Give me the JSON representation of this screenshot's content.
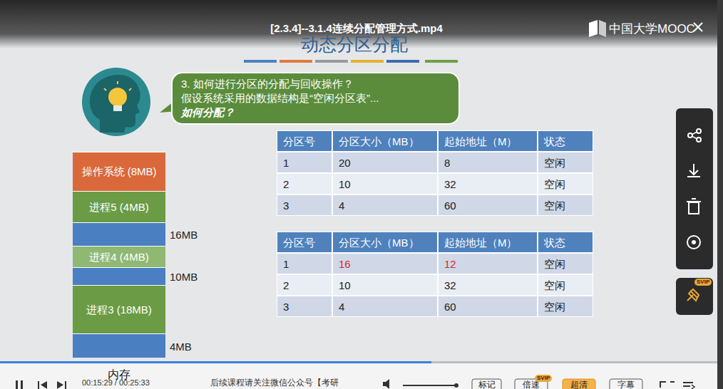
{
  "diagram": {
    "title": "动态分区分配",
    "nodes": [
      {
        "text": [
          "内存"
        ]
      },
      {
        "text": [
          "操作系统 (8MB)"
        ],
        "in": 0
      },
      {
        "text": [
          "进程5 (4MB)"
        ],
        "in": 0
      },
      {
        "text": [
          "16MB"
        ],
        "in": 0
      },
      {
        "text": [
          "进程4 (4MB)"
        ],
        "in": 0
      },
      {
        "text": [
          "10MB"
        ],
        "in": 0
      },
      {
        "text": [
          "进程3 (18MB)"
        ],
        "in": 0
      },
      {
        "text": [
          "4MB"
        ],
        "in": 0
      },
      {
        "text": [
          "3. 如何进行分区的分配与回收操作？",
          "假设系统采用的数据结构是“空闲分区表”...",
          "如何分配？"
        ]
      }
    ],
    "labels": [
      "[2.3.4]--3.1.4连续分配管理方式.mp4",
      "中国大学MOOC",
      "分区号",
      "分区大小（MB）",
      "起始地址（M）",
      "状态",
      "1",
      "20",
      "8",
      "空闲",
      "2",
      "10",
      "32",
      "空闲",
      "3",
      "4",
      "60",
      "空闲",
      "分区号",
      "分区大小（MB）",
      "起始地址（M）",
      "状态",
      "1",
      "16",
      "12",
      "空闲",
      "2",
      "10",
      "32",
      "空闲",
      "3",
      "4",
      "60",
      "空闲",
      "00:15:29 / 00:25:33",
      "后续课程请关注微信公众号【考研",
      "标记",
      "倍速",
      "SVIP",
      "超清",
      "字幕",
      "SVIP"
    ]
  }
}
